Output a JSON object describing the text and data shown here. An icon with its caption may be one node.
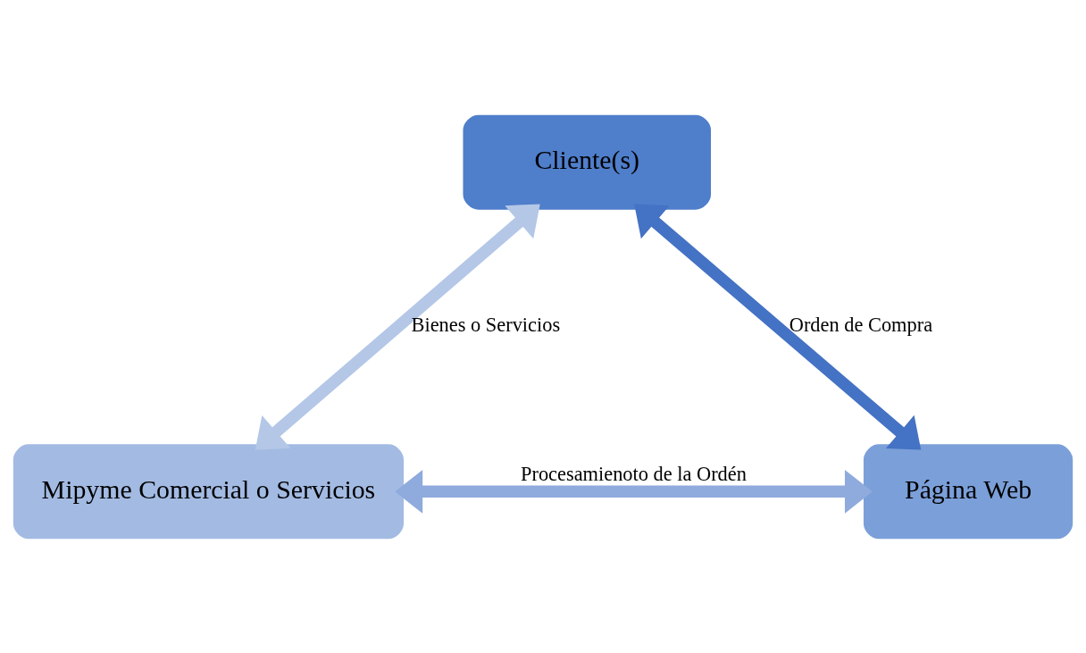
{
  "diagram": {
    "nodes": [
      {
        "text": [
          "Cliente(s)"
        ]
      },
      {
        "text": [
          "Mipyme Comercial o Servicios"
        ]
      },
      {
        "text": [
          "Página Web"
        ]
      }
    ],
    "edges": [
      {
        "from": 0,
        "to": 1,
        "arrow": "both",
        "label": "Bienes o Servicios",
        "color": "#b4c7e7"
      },
      {
        "from": 0,
        "to": 2,
        "arrow": "both",
        "label": "Orden de Compra",
        "color": "#4472c4"
      },
      {
        "from": 1,
        "to": 2,
        "arrow": "both",
        "label": "Procesamienoto de la Ordén",
        "color": "#8faadc"
      }
    ]
  }
}
